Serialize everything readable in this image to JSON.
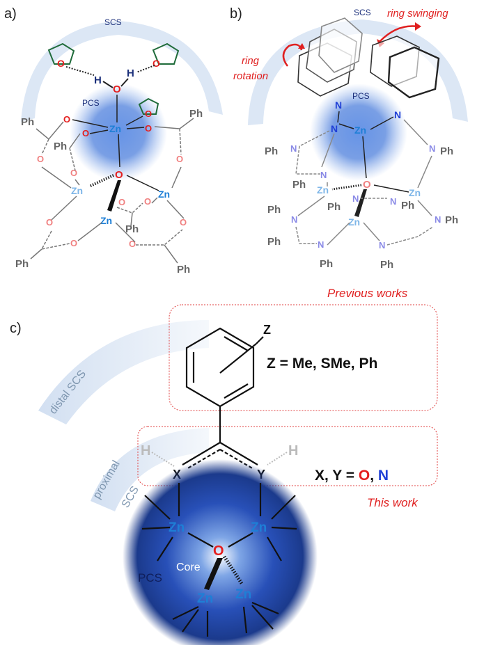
{
  "panels": {
    "a": "a)",
    "b": "b)",
    "c": "c)"
  },
  "shells": {
    "scs": "SCS",
    "pcs": "PCS",
    "distal_scs": "distal SCS",
    "proximal_line1": "proximal",
    "proximal_line2": "SCS",
    "core": "Core"
  },
  "atoms": {
    "zn": "Zn",
    "o": "O",
    "n": "N",
    "h": "H",
    "ph": "Ph",
    "x": "X",
    "y": "Y",
    "z": "Z"
  },
  "annotations": {
    "ring_rotation_1": "ring",
    "ring_rotation_2": "rotation",
    "ring_swinging": "ring swinging",
    "previous_works": "Previous works",
    "this_work": "This work"
  },
  "formulas": {
    "z_def": "Z = Me, SMe, Ph",
    "xy_prefix": "X, Y = ",
    "xy_o": "O",
    "xy_sep": ", ",
    "xy_n": "N"
  },
  "colors": {
    "zn": "#1e7fd6",
    "oxygen_red": "#e41e1e",
    "oxygen_pink": "#f08080",
    "nitrogen_blue": "#1f3fd6",
    "nitrogen_light": "#8a8ae6",
    "annotation_red": "#e02020",
    "shell_blue": "#6f9bd1",
    "pcs_dark": "#1b3a8c",
    "gray": "#777777"
  }
}
